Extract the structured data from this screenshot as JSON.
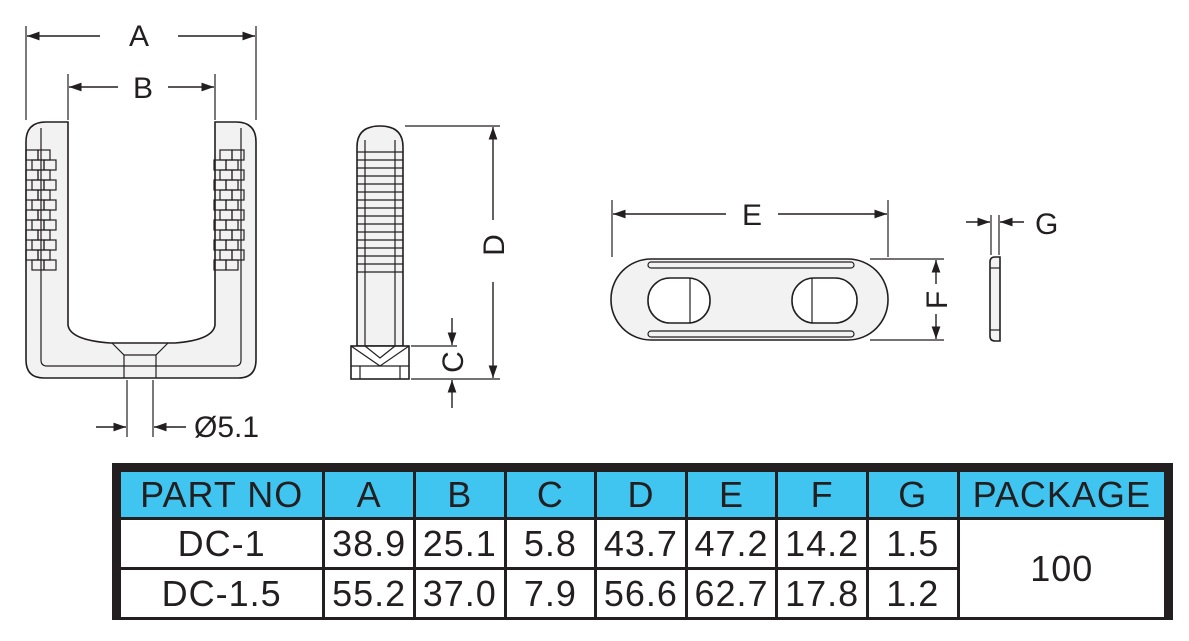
{
  "drawing": {
    "dim_labels": {
      "a": "A",
      "b": "B",
      "c": "C",
      "d": "D",
      "e": "E",
      "f": "F",
      "g": "G",
      "hole": "Ø5.1"
    }
  },
  "table": {
    "headers": [
      "PART NO",
      "A",
      "B",
      "C",
      "D",
      "E",
      "F",
      "G",
      "PACKAGE"
    ],
    "rows": [
      {
        "part_no": "DC-1",
        "a": "38.9",
        "b": "25.1",
        "c": "5.8",
        "d": "43.7",
        "e": "47.2",
        "f": "14.2",
        "g": "1.5"
      },
      {
        "part_no": "DC-1.5",
        "a": "55.2",
        "b": "37.0",
        "c": "7.9",
        "d": "56.6",
        "e": "62.7",
        "f": "17.8",
        "g": "1.2"
      }
    ],
    "package": "100"
  },
  "colors": {
    "header_fill": "#40c4f0",
    "ink": "#231f20"
  }
}
